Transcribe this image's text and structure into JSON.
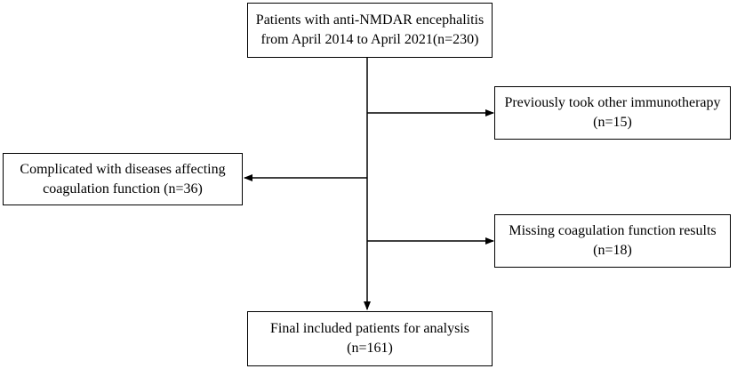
{
  "flowchart": {
    "start": {
      "line1": "Patients with anti-NMDAR encephalitis",
      "line2": "from April 2014 to April 2021(n=230)"
    },
    "exclusion_1": {
      "line1": "Previously took other immunotherapy",
      "line2": "(n=15)"
    },
    "exclusion_2": {
      "line1": "Complicated with diseases affecting",
      "line2": "coagulation function (n=36)"
    },
    "exclusion_3": {
      "line1": "Missing coagulation function results",
      "line2": "(n=18)"
    },
    "final": {
      "line1": "Final included patients for analysis",
      "line2": "(n=161)"
    }
  }
}
